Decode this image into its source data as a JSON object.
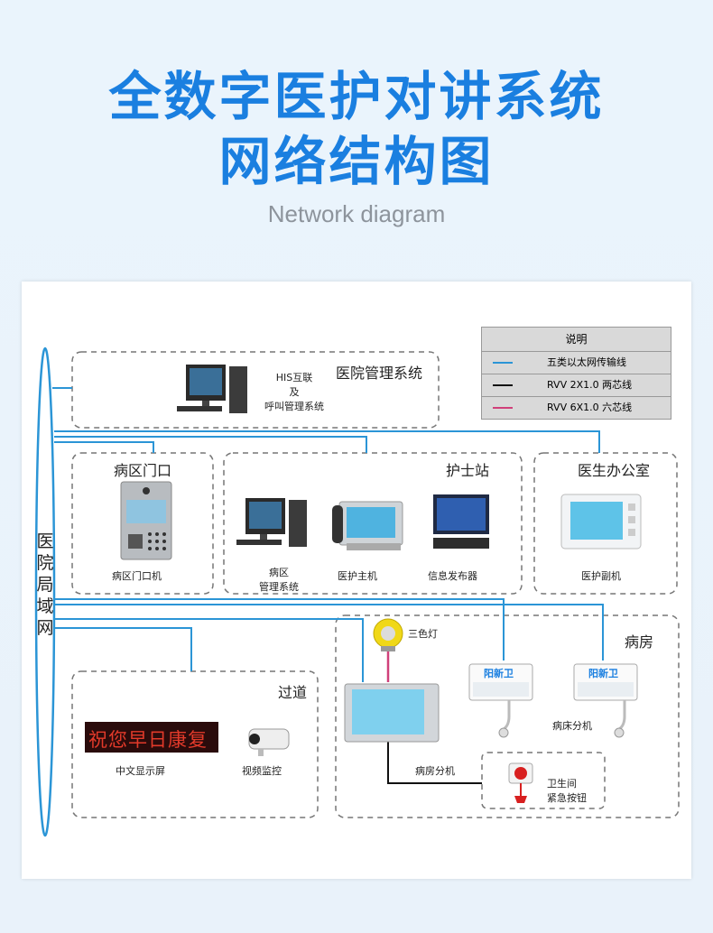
{
  "header": {
    "title_line1": "全数字医护对讲系统",
    "title_line2": "网络结构图",
    "subtitle": "Network diagram"
  },
  "legend": {
    "title": "说明",
    "items": [
      {
        "label": "五类以太网传输线",
        "color": "#2b95d6"
      },
      {
        "label": "RVV 2X1.0 两芯线",
        "color": "#111111"
      },
      {
        "label": "RVV 6X1.0 六芯线",
        "color": "#d0407a"
      }
    ]
  },
  "lan_label": "医院局域网",
  "groups": {
    "hospital_mgmt": {
      "title": "医院管理系统",
      "device_line1": "HIS互联",
      "device_line2": "及",
      "device_line3": "呼叫管理系统"
    },
    "ward_door": {
      "title": "病区门口",
      "device": "病区门口机"
    },
    "nurse_station": {
      "title": "护士站",
      "device1_line1": "病区",
      "device1_line2": "管理系统",
      "device2": "医护主机",
      "device3": "信息发布器"
    },
    "doctor_office": {
      "title": "医生办公室",
      "device": "医护副机"
    },
    "corridor": {
      "title": "过道",
      "device1": "中文显示屏",
      "display_text": "祝您早日康复",
      "device2": "视频监控"
    },
    "ward": {
      "title": "病房",
      "lamp": "三色灯",
      "room_unit": "病房分机",
      "bed_unit": "病床分机",
      "bed_screen_text": "阳新卫",
      "bathroom_line1": "卫生间",
      "bathroom_line2": "紧急按钮"
    }
  }
}
